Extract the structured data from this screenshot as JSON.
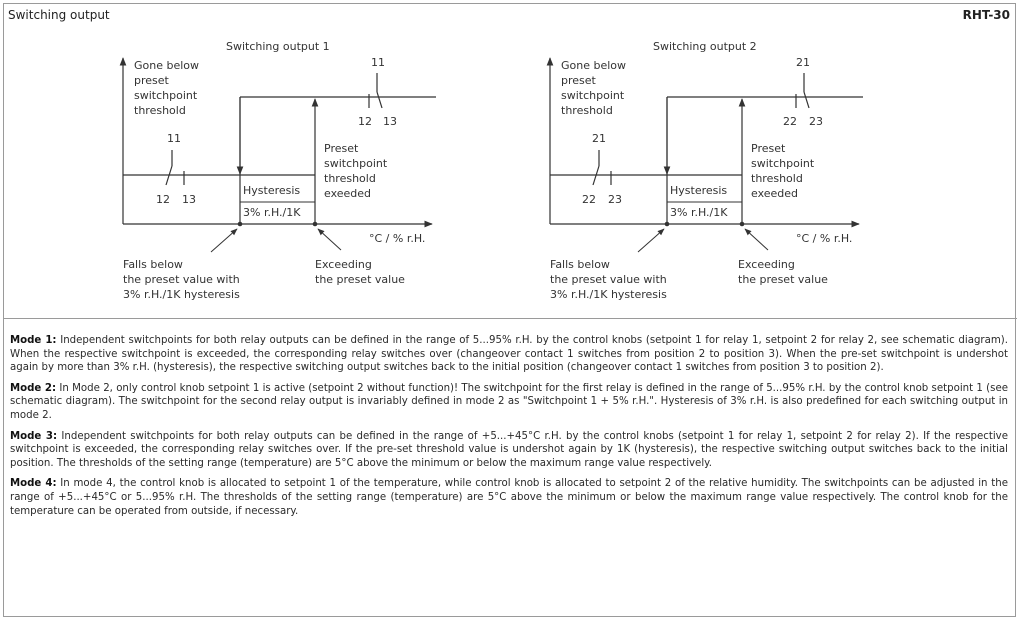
{
  "header": {
    "title": "Switching output",
    "model": "RHT-30"
  },
  "diagram1": {
    "title": "Switching output 1",
    "gone_below": [
      "Gone below",
      "preset",
      "switchpoint",
      "threshold"
    ],
    "preset_exceeded": [
      "Preset",
      "switchpoint",
      "threshold",
      "exeeded"
    ],
    "hysteresis_label": "Hysteresis",
    "hysteresis_value": "3% r.H./1K",
    "axis_unit": "°C / % r.H.",
    "falls_below": [
      "Falls below",
      "the preset value with",
      "3% r.H./1K hysteresis"
    ],
    "exceeding": [
      "Exceeding",
      "the preset value"
    ],
    "contact_common": "11",
    "contact_a": "12",
    "contact_b": "13"
  },
  "diagram2": {
    "title": "Switching output 2",
    "gone_below": [
      "Gone below",
      "preset",
      "switchpoint",
      "threshold"
    ],
    "preset_exceeded": [
      "Preset",
      "switchpoint",
      "threshold",
      "exeeded"
    ],
    "hysteresis_label": "Hysteresis",
    "hysteresis_value": "3% r.H./1K",
    "axis_unit": "°C / % r.H.",
    "falls_below": [
      "Falls below",
      "the preset value with",
      "3% r.H./1K hysteresis"
    ],
    "exceeding": [
      "Exceeding",
      "the preset value"
    ],
    "contact_common": "21",
    "contact_a": "22",
    "contact_b": "23"
  },
  "modes": [
    {
      "label": "Mode 1:",
      "text": " Independent switchpoints for both relay outputs can be defined in the range of 5...95% r.H. by the control knobs (setpoint 1 for relay 1, setpoint 2 for relay 2, see schematic diagram). When the respective switchpoint is exceeded, the corresponding relay switches over (changeover contact 1 switches from position 2 to position 3). When the pre-set switchpoint is undershot again by more than 3% r.H. (hysteresis), the respective switching output switches back to the initial position (changeover contact 1 switches from position 3 to position 2)."
    },
    {
      "label": "Mode 2:",
      "text": " In Mode 2, only control knob setpoint 1 is active (setpoint 2 without function)! The switchpoint for the first relay is defined in the range of 5...95% r.H. by the control knob setpoint 1 (see schematic diagram). The switchpoint for the second relay output is invariably defined in mode 2 as \"Switchpoint 1 + 5% r.H.\". Hysteresis of 3% r.H. is also predefined for each switching output in mode 2."
    },
    {
      "label": "Mode 3:",
      "text": " Independent switchpoints for both relay outputs can be defined in the range of +5...+45°C r.H. by the control knobs (setpoint 1 for relay 1, setpoint 2 for relay 2). If the respective switchpoint is exceeded, the corresponding relay switches over. If the pre-set threshold value is undershot again by 1K (hysteresis), the respective switching output switches back to the initial position. The thresholds of the setting range (temperature) are 5°C above the minimum or below the maximum range value respectively."
    },
    {
      "label": "Mode 4:",
      "text": " In mode 4, the control knob is allocated to setpoint 1 of the temperature, while control knob is allocated to setpoint 2 of the relative humidity. The switchpoints can be adjusted in the range of +5...+45°C or 5...95% r.H. The thresholds of the setting range (temperature) are 5°C above the minimum or below the maximum range value respectively. The control knob for the temperature can be operated from outside, if necessary."
    }
  ]
}
